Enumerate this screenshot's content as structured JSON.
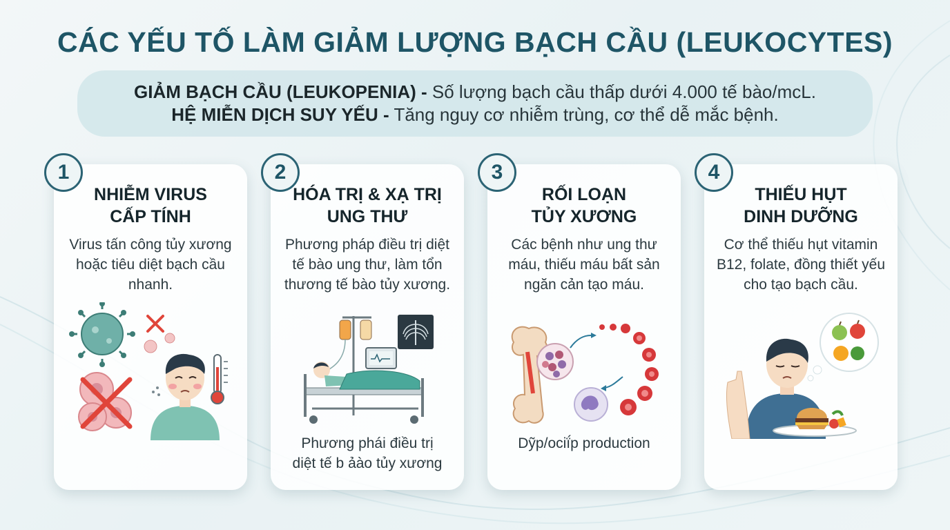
{
  "title": "CÁC YẾU TỐ LÀM GIẢM LƯỢNG BẠCH CẦU (LEUKOCYTES)",
  "banner": {
    "line1_bold": "GIẢM BẠCH CẦU (LEUKOPENIA) -",
    "line1_text": " Số lượng bạch cầu thấp dưới 4.000 tế bào/mcL.",
    "line2_bold": "HỆ MIỄN DỊCH SUY YẾU -",
    "line2_text": " Tăng nguy cơ nhiễm trùng, cơ thể dễ mắc bệnh."
  },
  "cards": [
    {
      "number": "1",
      "title": "NHIỄM VIRUS\nCẤP TÍNH",
      "desc": "Virus tấn công tủy xương\nhoặc tiêu diệt bạch cầu\nnhanh.",
      "icons": [
        "virus-icon",
        "red-x-icon",
        "white-blood-cells-icon",
        "sick-person-icon",
        "thermometer-icon"
      ]
    },
    {
      "number": "2",
      "title": "HÓA TRỊ & XẠ TRỊ\nUNG THƯ",
      "desc": "Phương pháp điều trị diệt\ntế bào ung thư, làm tổn\nthương tế bào tủy xương.",
      "extra": "Phương phái điều trị\ndiệt tế b ảào tủy xương",
      "icons": [
        "hospital-bed-patient-icon",
        "iv-drip-icon",
        "monitor-icon",
        "xray-icon"
      ]
    },
    {
      "number": "3",
      "title": "RỐI LOẠN\nTỦY XƯƠNG",
      "desc": "Các bệnh như ung thư\nmáu, thiếu máu bất sản\nngăn cản tạo máu.",
      "extra": "Dỹp/ociḯp production",
      "icons": [
        "bone-icon",
        "bone-marrow-cells-icon",
        "red-blood-cells-icon",
        "white-cell-icon"
      ]
    },
    {
      "number": "4",
      "title": "THIẾU HỤT\nDINH DƯỠNG",
      "desc": "Cơ thể thiếu hụt vitamin\nB12, folate, đồng thiết yếu\ncho tạo bạch cầu.",
      "icons": [
        "tired-person-icon",
        "fruit-thought-bubble-icon",
        "burger-plate-icon"
      ]
    }
  ],
  "colors": {
    "title": "#1e5566",
    "badge_border": "#2b6374",
    "banner_bg": "#cde4e8",
    "cross_red": "#e0453a"
  }
}
